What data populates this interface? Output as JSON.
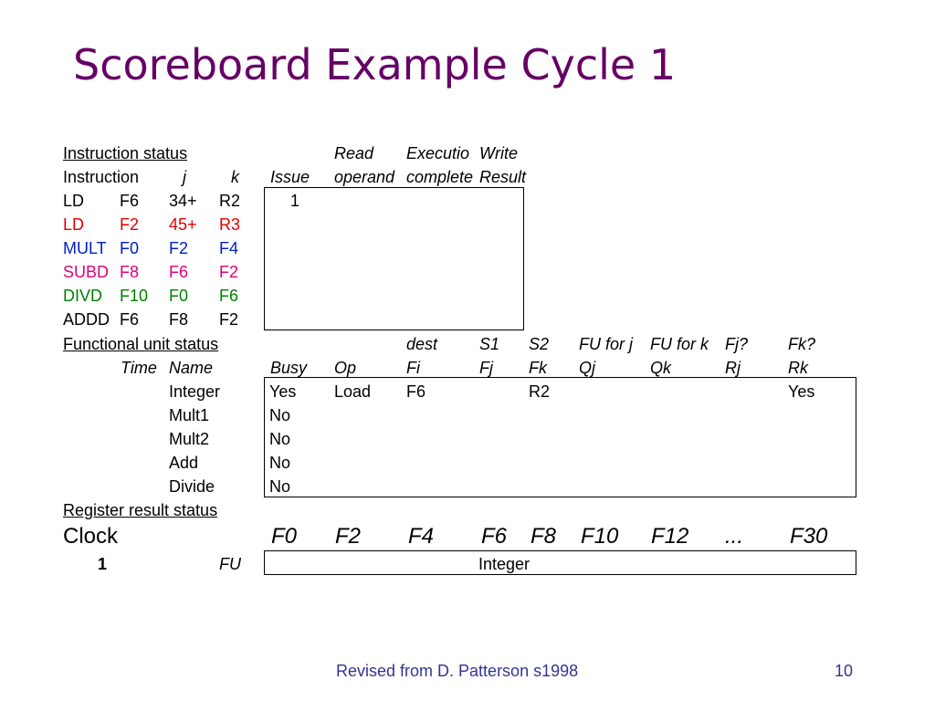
{
  "title": "Scoreboard Example Cycle 1",
  "colors": {
    "title": "#660066",
    "instr_colors": [
      "#000000",
      "#e00000",
      "#0020c0",
      "#e0007a",
      "#008000",
      "#000000"
    ],
    "footer": "#333399"
  },
  "instruction_status": {
    "section_label": "Instruction status",
    "header_top": {
      "read": "Read",
      "exec": "Executio",
      "write": "Write"
    },
    "header": {
      "instruction": "Instruction",
      "j": "j",
      "k": "k",
      "issue": "Issue",
      "read": "operand",
      "exec": "complete",
      "write": "Result"
    },
    "rows": [
      {
        "op": "LD",
        "dest": "F6",
        "j": "34+",
        "k": "R2",
        "issue": "1",
        "read": "",
        "exec": "",
        "write": ""
      },
      {
        "op": "LD",
        "dest": "F2",
        "j": "45+",
        "k": "R3",
        "issue": "",
        "read": "",
        "exec": "",
        "write": ""
      },
      {
        "op": "MULT",
        "dest": "F0",
        "j": "F2",
        "k": "F4",
        "issue": "",
        "read": "",
        "exec": "",
        "write": ""
      },
      {
        "op": "SUBD",
        "dest": "F8",
        "j": "F6",
        "k": "F2",
        "issue": "",
        "read": "",
        "exec": "",
        "write": ""
      },
      {
        "op": "DIVD",
        "dest": "F10",
        "j": "F0",
        "k": "F6",
        "issue": "",
        "read": "",
        "exec": "",
        "write": ""
      },
      {
        "op": "ADDD",
        "dest": "F6",
        "j": "F8",
        "k": "F2",
        "issue": "",
        "read": "",
        "exec": "",
        "write": ""
      }
    ]
  },
  "functional_unit_status": {
    "section_label": "Functional unit status",
    "header_top": {
      "fi": "dest",
      "fj": "S1",
      "fk": "S2",
      "qj": "FU for j",
      "qk": "FU for k",
      "rj": "Fj?",
      "rk": "Fk?"
    },
    "header": {
      "time": "Time",
      "name": "Name",
      "busy": "Busy",
      "op": "Op",
      "fi": "Fi",
      "fj": "Fj",
      "fk": "Fk",
      "qj": "Qj",
      "qk": "Qk",
      "rj": "Rj",
      "rk": "Rk"
    },
    "rows": [
      {
        "time": "",
        "name": "Integer",
        "busy": "Yes",
        "op": "Load",
        "fi": "F6",
        "fj": "",
        "fk": "R2",
        "qj": "",
        "qk": "",
        "rj": "",
        "rk": "Yes"
      },
      {
        "time": "",
        "name": "Mult1",
        "busy": "No",
        "op": "",
        "fi": "",
        "fj": "",
        "fk": "",
        "qj": "",
        "qk": "",
        "rj": "",
        "rk": ""
      },
      {
        "time": "",
        "name": "Mult2",
        "busy": "No",
        "op": "",
        "fi": "",
        "fj": "",
        "fk": "",
        "qj": "",
        "qk": "",
        "rj": "",
        "rk": ""
      },
      {
        "time": "",
        "name": "Add",
        "busy": "No",
        "op": "",
        "fi": "",
        "fj": "",
        "fk": "",
        "qj": "",
        "qk": "",
        "rj": "",
        "rk": ""
      },
      {
        "time": "",
        "name": "Divide",
        "busy": "No",
        "op": "",
        "fi": "",
        "fj": "",
        "fk": "",
        "qj": "",
        "qk": "",
        "rj": "",
        "rk": ""
      }
    ]
  },
  "register_result_status": {
    "section_label": "Register result status",
    "clock_label": "Clock",
    "registers": [
      "F0",
      "F2",
      "F4",
      "F6",
      "F8",
      "F10",
      "F12",
      "...",
      "F30"
    ],
    "clock_value": "1",
    "fu_label": "FU",
    "fu_values": [
      "",
      "",
      "",
      "Integer",
      "",
      "",
      "",
      "",
      ""
    ]
  },
  "footer": {
    "credit": "Revised from D. Patterson s1998",
    "page_number": "10"
  }
}
